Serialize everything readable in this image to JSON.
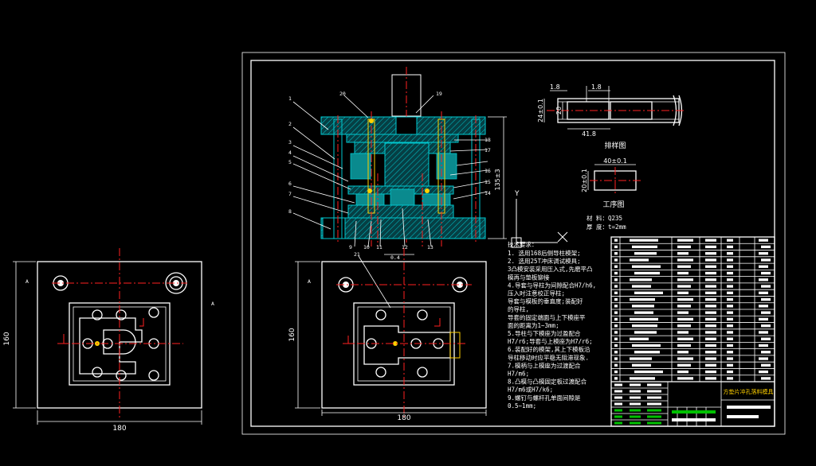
{
  "dimensions": {
    "plan_left_height": "160",
    "plan_left_width": "180",
    "plan_right_height": "160",
    "plan_right_width": "180",
    "section_height": "135±3",
    "strip_height": "24±0.1",
    "strip_inner": "20",
    "strip_pitch": "41.8",
    "strip_gap_a": "1.8",
    "strip_gap_b": "1.8",
    "part_width": "40±0.1",
    "part_height": "20±0.1",
    "bottom_gap": "0.4"
  },
  "balloons": [
    "1",
    "2",
    "3",
    "4",
    "5",
    "6",
    "7",
    "8",
    "9",
    "10",
    "11",
    "12",
    "13",
    "14",
    "15",
    "16",
    "17",
    "18",
    "19",
    "20",
    "21"
  ],
  "captions": {
    "strip_layout": "排样图",
    "process": "工序图"
  },
  "material": {
    "material_label": "材  料：Q235",
    "thickness_label": "厚  度：t=2mm"
  },
  "tech_requirements": {
    "title": "技术要求：",
    "lines": [
      "1. 选用168后侧导柱模架;",
      "2. 选用25T冲床调试模具;",
      "3凸模安装采用压入式,先磨平凸",
      "模再与垫板铆接",
      "4.导套与导柱为间隙配合H7/h6,",
      "压入时注意校正导柱;",
      "  导套与模板的垂直度;装配好",
      "的导柱,",
      "  导套的固定端面与上下模座平",
      "面的距离为1~3mm;",
      "5.导柱与下模座为过盈配合",
      "H7/r6;导套与上模座为H7/r6;",
      "6.装配好的模架,其上下模板沿",
      "导柱移动时应平稳无阻滞现象.",
      "7.模柄与上模座为过渡配合",
      "H7/m6;",
      "8.凸模与凸模固定板过渡配合",
      "H7/m6或H7/k6;",
      "9.螺钉与螺杆孔单面间隙是",
      "0.5~1mm;"
    ]
  },
  "axis_labels": {
    "y": "Y"
  },
  "title_block": {
    "drawing_name": "方垫片冲孔落料模具"
  }
}
